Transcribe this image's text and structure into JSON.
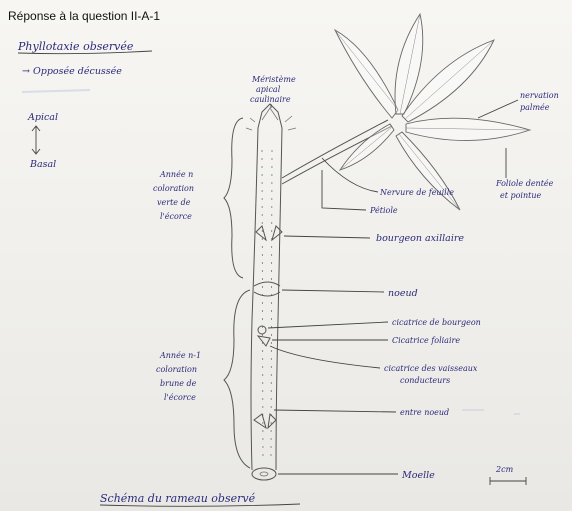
{
  "header": {
    "title": "Réponse à la question II-A-1"
  },
  "left_notes": {
    "phyllotaxy_title": "Phyllotaxie observée",
    "phyllotaxy_type": "→ Opposée décussée",
    "axis_top": "Apical",
    "axis_bottom": "Basal"
  },
  "year_labels": {
    "year_n": [
      "Année n",
      "coloration",
      "verte de",
      "l'écorce"
    ],
    "year_n1": [
      "Année n-1",
      "coloration",
      "brune de",
      "l'écorce"
    ]
  },
  "labels": {
    "apical_meristem": [
      "Méristème",
      "apical",
      "caulinaire"
    ],
    "palmate_venation": [
      "nervation",
      "palmée"
    ],
    "toothed_leaflet": [
      "Foliole dentée",
      "et pointue"
    ],
    "leaf_blade": "Nervure de feuille",
    "petiole": "Pétiole",
    "axillary_bud": "bourgeon axillaire",
    "node": "noeud",
    "bud_scar": "cicatrice de bourgeon",
    "leaf_scar": "Cicatrice foliaire",
    "vessel_scars": [
      "cicatrice des vaisseaux",
      "conducteurs"
    ],
    "internode": "entre noeud",
    "pith": "Moelle"
  },
  "scale_bar": {
    "label": "2cm"
  },
  "caption": "Schéma du rameau observé",
  "colors": {
    "ink": "#2a2a7a",
    "pencil": "#555555",
    "paper": "#f2f1ee"
  }
}
